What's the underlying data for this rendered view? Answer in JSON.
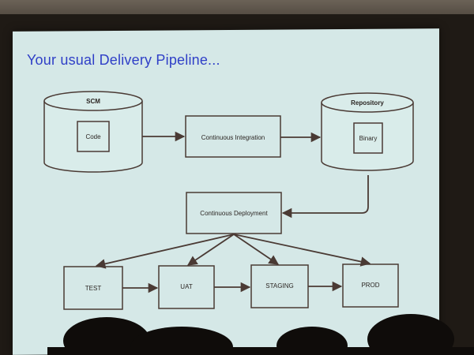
{
  "slide": {
    "title": "Your usual Delivery Pipeline..."
  },
  "diagram": {
    "scm": {
      "label": "SCM",
      "inner": "Code"
    },
    "ci": {
      "label": "Continuous Integration"
    },
    "repository": {
      "label": "Repository",
      "inner": "Binary"
    },
    "cd": {
      "label": "Continuous Deployment"
    },
    "stages": [
      {
        "label": "TEST"
      },
      {
        "label": "UAT"
      },
      {
        "label": "STAGING"
      },
      {
        "label": "PROD"
      }
    ]
  },
  "colors": {
    "slide_bg": "#d5e8e7",
    "title": "#2f3fc7",
    "line": "#4a3a34"
  }
}
